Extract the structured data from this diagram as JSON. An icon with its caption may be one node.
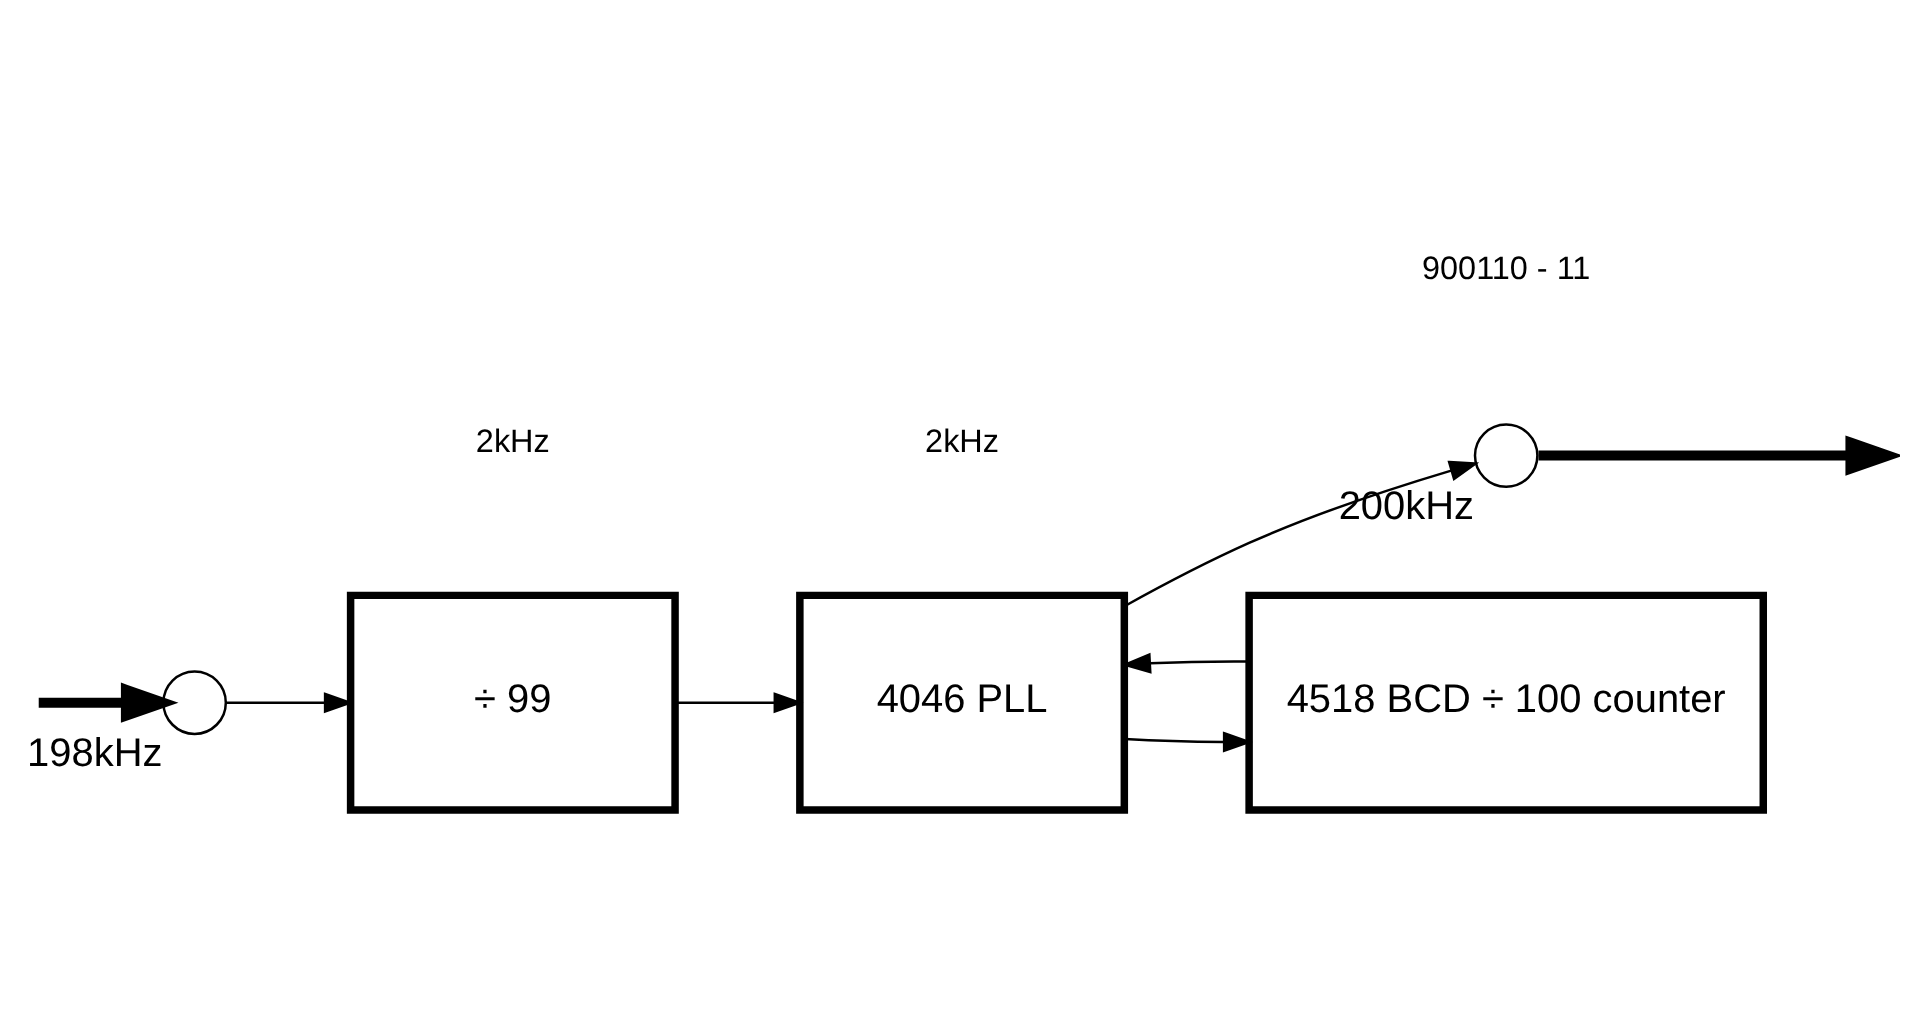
{
  "diagram": {
    "nodes": [
      {
        "text": [],
        "shape": "circle",
        "beside": [
          "198kHz"
        ]
      },
      {
        "text": [
          "÷ 99"
        ]
      },
      {
        "text": [
          "4046 PLL"
        ]
      },
      {
        "text": [],
        "shape": "circle",
        "beside": [
          "200kHz"
        ]
      },
      {
        "text": [
          "4518 BCD ÷ 100 counter"
        ]
      }
    ],
    "edges": [
      {
        "from": null,
        "to": 0,
        "arrow": "to",
        "style": "thick"
      },
      {
        "from": 0,
        "to": 1,
        "arrow": "to"
      },
      {
        "from": 1,
        "to": 2,
        "arrow": "to"
      },
      {
        "from": 2,
        "to": 3,
        "arrow": "to"
      },
      {
        "from": 2,
        "to": 4,
        "arrow": "to"
      },
      {
        "from": 4,
        "to": 2,
        "arrow": "to"
      },
      {
        "from": 3,
        "to": null,
        "arrow": "to",
        "style": "thick"
      }
    ],
    "labels": [
      "2kHz",
      "2kHz",
      "900110 - 11"
    ]
  }
}
